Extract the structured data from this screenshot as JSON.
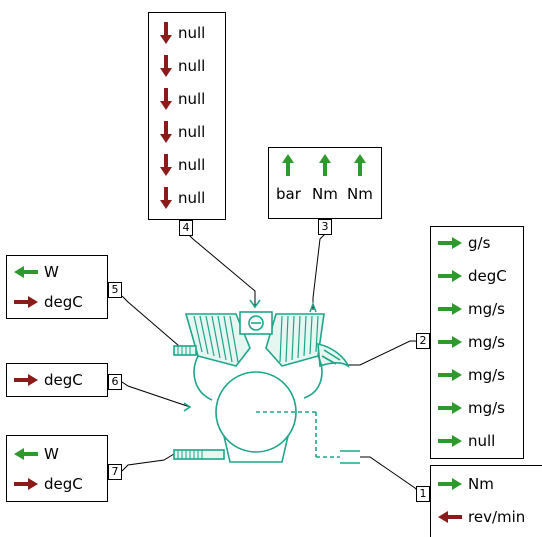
{
  "colors": {
    "output_arrow": "#2e9a2e",
    "input_arrow": "#8b1a1a",
    "engine": "#1ea58a",
    "line": "#000000"
  },
  "ports": {
    "port1": {
      "number": "1",
      "signals": [
        {
          "label": "Nm",
          "arrow": "right",
          "color": "output_arrow"
        },
        {
          "label": "rev/min",
          "arrow": "left",
          "color": "input_arrow"
        }
      ]
    },
    "port2": {
      "number": "2",
      "signals": [
        {
          "label": "g/s",
          "arrow": "right",
          "color": "output_arrow"
        },
        {
          "label": "degC",
          "arrow": "right",
          "color": "output_arrow"
        },
        {
          "label": "mg/s",
          "arrow": "right",
          "color": "output_arrow"
        },
        {
          "label": "mg/s",
          "arrow": "right",
          "color": "output_arrow"
        },
        {
          "label": "mg/s",
          "arrow": "right",
          "color": "output_arrow"
        },
        {
          "label": "mg/s",
          "arrow": "right",
          "color": "output_arrow"
        },
        {
          "label": "null",
          "arrow": "right",
          "color": "output_arrow"
        }
      ]
    },
    "port3": {
      "number": "3",
      "signals": [
        {
          "label": "bar",
          "arrow": "up",
          "color": "output_arrow"
        },
        {
          "label": "Nm",
          "arrow": "up",
          "color": "output_arrow"
        },
        {
          "label": "Nm",
          "arrow": "up",
          "color": "output_arrow"
        }
      ]
    },
    "port4": {
      "number": "4",
      "signals": [
        {
          "label": "null",
          "arrow": "down",
          "color": "input_arrow"
        },
        {
          "label": "null",
          "arrow": "down",
          "color": "input_arrow"
        },
        {
          "label": "null",
          "arrow": "down",
          "color": "input_arrow"
        },
        {
          "label": "null",
          "arrow": "down",
          "color": "input_arrow"
        },
        {
          "label": "null",
          "arrow": "down",
          "color": "input_arrow"
        },
        {
          "label": "null",
          "arrow": "down",
          "color": "input_arrow"
        }
      ]
    },
    "port5": {
      "number": "5",
      "signals": [
        {
          "label": "W",
          "arrow": "left",
          "color": "output_arrow"
        },
        {
          "label": "degC",
          "arrow": "right",
          "color": "input_arrow"
        }
      ]
    },
    "port6": {
      "number": "6",
      "signals": [
        {
          "label": "degC",
          "arrow": "right",
          "color": "input_arrow"
        }
      ]
    },
    "port7": {
      "number": "7",
      "signals": [
        {
          "label": "W",
          "arrow": "left",
          "color": "output_arrow"
        },
        {
          "label": "degC",
          "arrow": "right",
          "color": "input_arrow"
        }
      ]
    }
  },
  "engine": {
    "icon": "engine-block-icon"
  }
}
